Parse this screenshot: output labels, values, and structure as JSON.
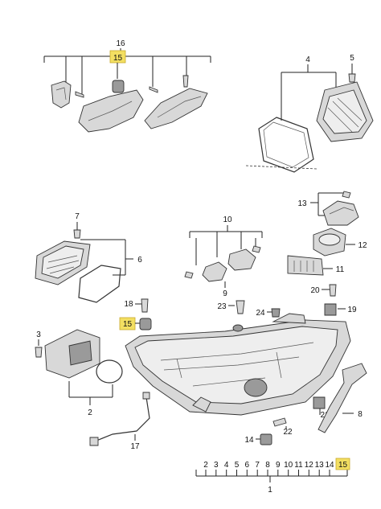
{
  "labels": {
    "l16": "16",
    "l15a": "15",
    "l4": "4",
    "l5": "5",
    "l13": "13",
    "l12": "12",
    "l11": "11",
    "l10": "10",
    "l7": "7",
    "l6": "6",
    "l9": "9",
    "l18": "18",
    "l15b": "15",
    "l23": "23",
    "l24": "24",
    "l20": "20",
    "l19": "19",
    "l3": "3",
    "l2": "2",
    "l17": "17",
    "l21": "21",
    "l8": "8",
    "l22": "22",
    "l14": "14",
    "l1": "1",
    "sequence": [
      "2",
      "3",
      "4",
      "5",
      "6",
      "7",
      "8",
      "9",
      "10",
      "11",
      "12",
      "13",
      "14"
    ],
    "l15c": "15"
  },
  "colors": {
    "highlight": "#f3df62",
    "line": "#222222",
    "part": "#d8d8d8"
  }
}
